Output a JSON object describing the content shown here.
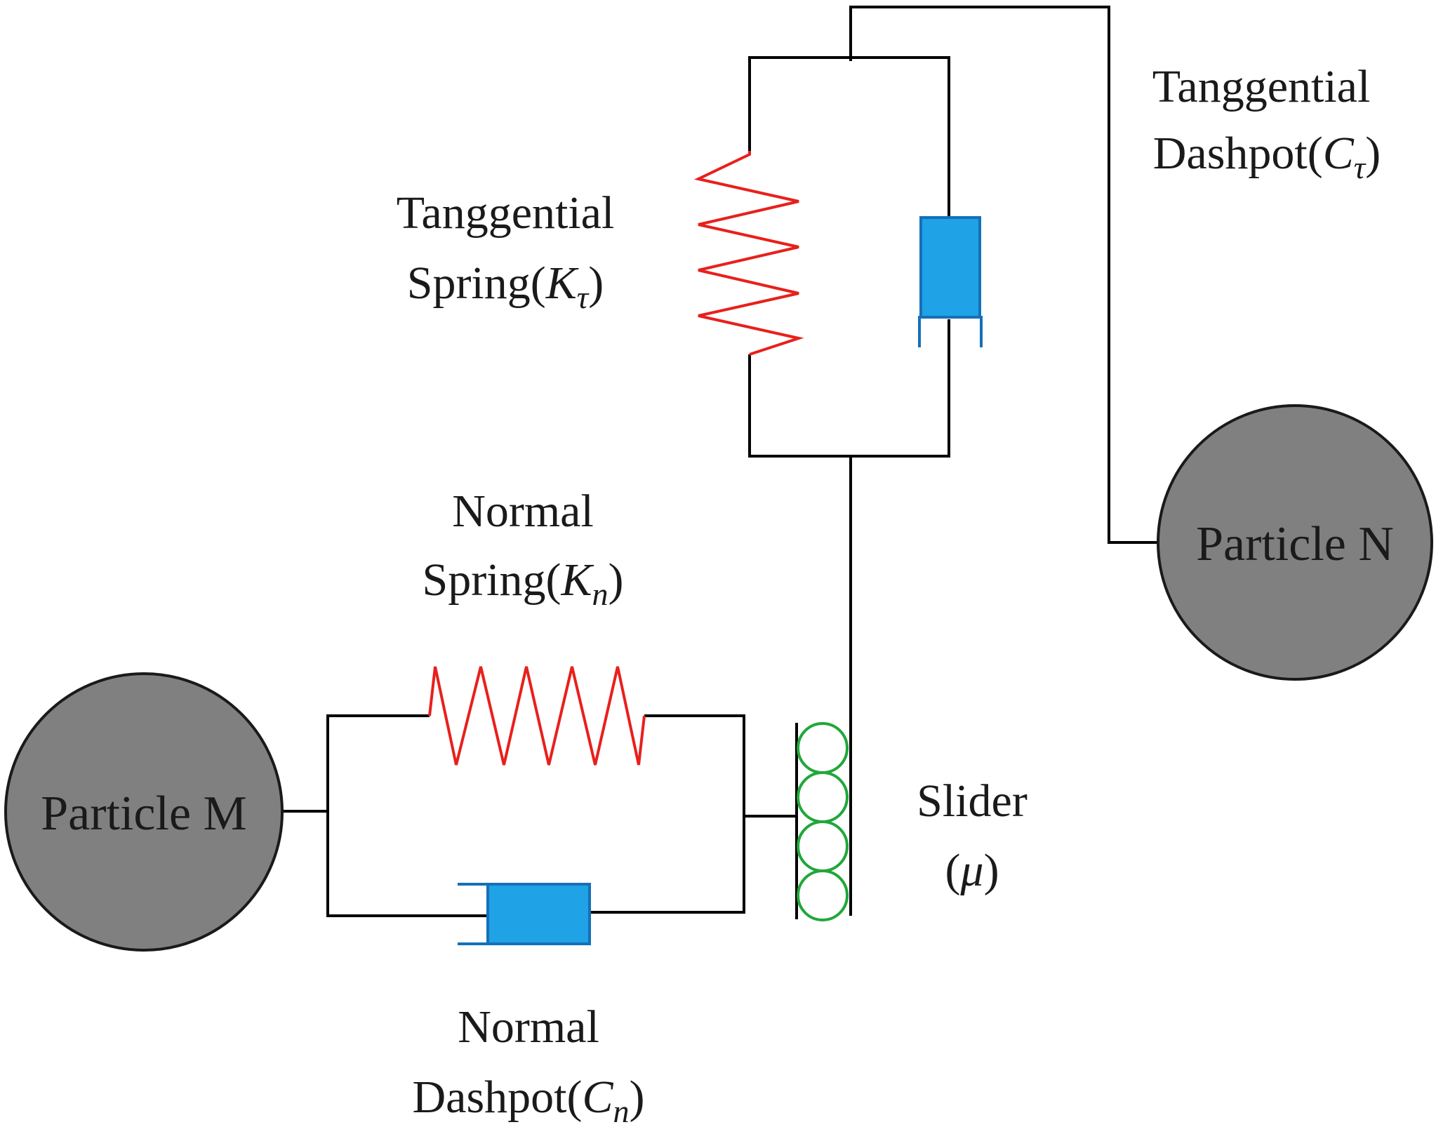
{
  "particles": {
    "m": {
      "label": "Particle M"
    },
    "n": {
      "label": "Particle N"
    }
  },
  "labels": {
    "tangential_spring": {
      "line1": "Tanggential",
      "line2_prefix": "Spring(",
      "symbol": "K",
      "sub": "τ",
      "suffix": ")"
    },
    "tangential_dashpot": {
      "line1": "Tanggential",
      "line2_prefix": "Dashpot(",
      "symbol": "C",
      "sub": "τ",
      "suffix": ")"
    },
    "normal_spring": {
      "line1": "Normal",
      "line2_prefix": "Spring(",
      "symbol": "K",
      "sub": "n",
      "suffix": ")"
    },
    "normal_dashpot": {
      "line1": "Normal",
      "line2_prefix": "Dashpot(",
      "symbol": "C",
      "sub": "n",
      "suffix": ")"
    },
    "slider": {
      "line1": "Slider",
      "line2_prefix": "(",
      "symbol": "μ",
      "suffix": ")"
    }
  },
  "colors": {
    "wire": "#000000",
    "spring": "#e8201c",
    "dashpot_fill": "#1fa3e6",
    "dashpot_stroke": "#1570b8",
    "slider_rollers": "#1fa83a",
    "particle_fill": "#808080",
    "particle_stroke": "#1a1a1a"
  }
}
